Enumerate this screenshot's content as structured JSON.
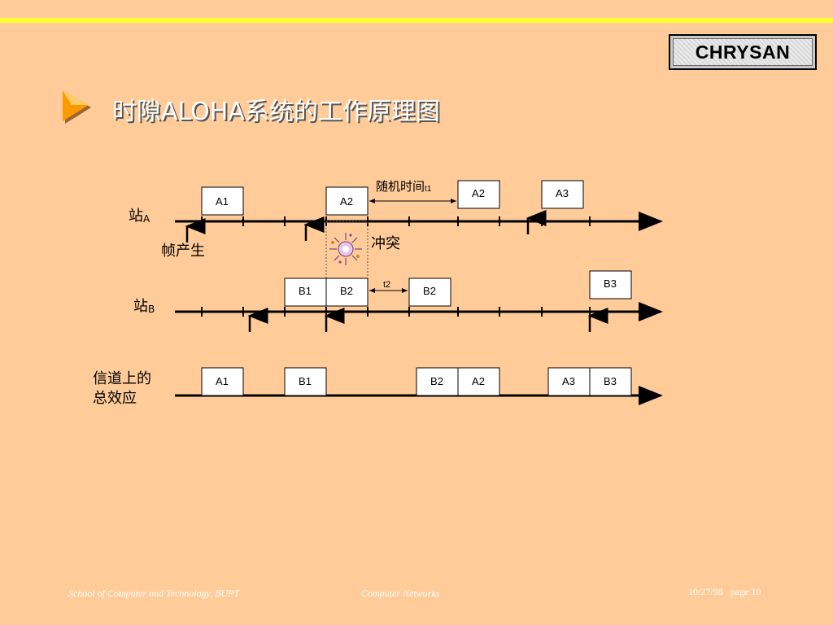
{
  "header": {
    "logo_text": "CHRYSAN",
    "title": "时隙ALOHA系统的工作原理图"
  },
  "diagram": {
    "station_a_label": "站",
    "station_a_sub": "A",
    "station_b_label": "站",
    "station_b_sub": "B",
    "channel_label_line1": "信道上的",
    "channel_label_line2": "总效应",
    "frame_generated_label": "帧产生",
    "collision_label": "冲突",
    "random_time_label": "随机时间",
    "random_time_sub": "t1",
    "t2_label": "t2",
    "row_a_frames": [
      "A1",
      "A2",
      "A2",
      "A3"
    ],
    "row_b_frames": [
      "B1",
      "B2",
      "B2",
      "B3"
    ],
    "channel_frames": [
      "A1",
      "B1",
      "B2",
      "A2",
      "A3",
      "B3"
    ]
  },
  "footer": {
    "school": "School of Computer and Technology, BUPT",
    "course": "Computer  Networks",
    "date_page": "10/27/98   page 10"
  },
  "colors": {
    "background": "#FFCC99",
    "top_bar": "#FFFF33",
    "bullet": "#FF9900"
  }
}
